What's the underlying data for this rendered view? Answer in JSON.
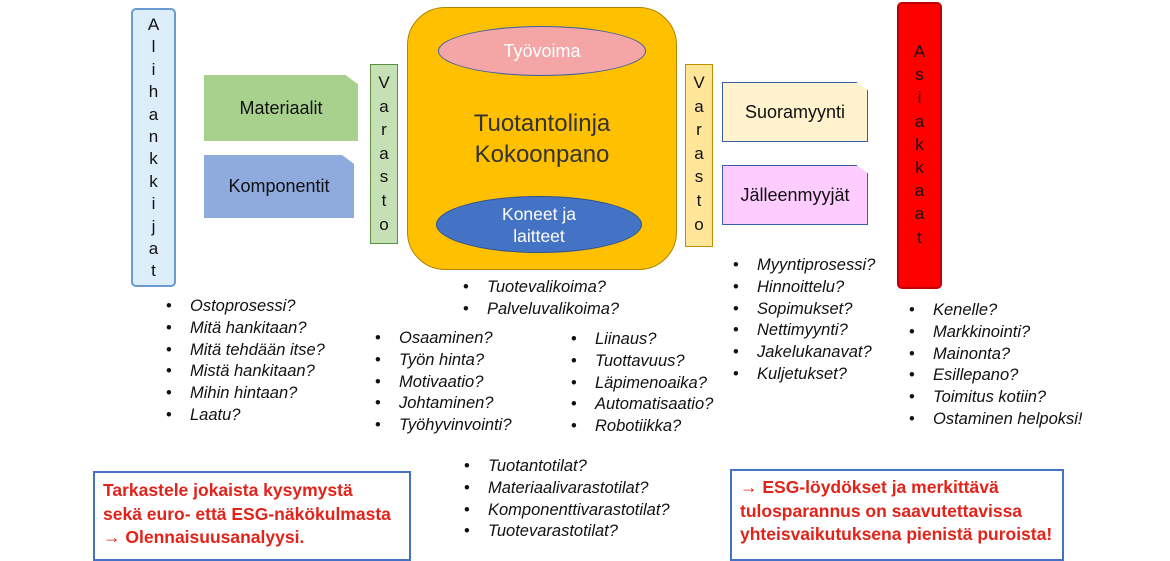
{
  "left_vertical": {
    "letters": [
      "A",
      "l",
      "i",
      "h",
      "a",
      "n",
      "k",
      "k",
      "i",
      "j",
      "a",
      "t"
    ]
  },
  "materiaalit": "Materiaalit",
  "komponentit": "Komponentit",
  "varasto_left": {
    "letters": [
      "V",
      "a",
      "r",
      "a",
      "s",
      "t",
      "o"
    ]
  },
  "center": {
    "tyovoima": "Työvoima",
    "title_line1": "Tuotantolinja",
    "title_line2": "Kokoonpano",
    "koneet_line1": "Koneet ja",
    "koneet_line2": "laitteet"
  },
  "varasto_right": {
    "letters": [
      "V",
      "a",
      "r",
      "a",
      "s",
      "t",
      "o"
    ]
  },
  "suoramyynti": "Suoramyynti",
  "jalleenmyyjat": "Jälleenmyyjät",
  "right_vertical": {
    "letters": [
      "A",
      "s",
      "i",
      "a",
      "k",
      "k",
      "a",
      "a",
      "t"
    ]
  },
  "lists": {
    "supplier": [
      "Ostoprosessi?",
      "Mitä hankitaan?",
      "Mitä tehdään itse?",
      "Mistä hankitaan?",
      "Mihin hintaan?",
      "Laatu?"
    ],
    "product": [
      "Tuotevalikoima?",
      "Palveluvalikoima?"
    ],
    "workforce": [
      "Osaaminen?",
      "Työn hinta?",
      "Motivaatio?",
      "Johtaminen?",
      "Työhyvinvointi?"
    ],
    "machines": [
      "Liinaus?",
      "Tuottavuus?",
      "Läpimenoaika?",
      "Automatisaatio?",
      "Robotiikka?"
    ],
    "sales": [
      "Myyntiprosessi?",
      "Hinnoittelu?",
      "Sopimukset?",
      "Nettimyynti?",
      "Jakelukanavat?",
      "Kuljetukset?"
    ],
    "customers": [
      "Kenelle?",
      "Markkinointi?",
      "Mainonta?",
      "Esillepano?",
      "Toimitus kotiin?",
      "Ostaminen helpoksi!"
    ],
    "facilities": [
      "Tuotantotilat?",
      "Materiaalivarastotilat?",
      "Komponenttivarastotilat?",
      "Tuotevarastotilat?"
    ]
  },
  "left_box": {
    "line1": "Tarkastele jokaista kysymystä",
    "line2": "sekä euro- että ESG-näkökulmasta",
    "line3": "→ Olennaisuusanalyysi."
  },
  "right_box": {
    "line1": "→  ESG-löydökset ja merkittävä",
    "line2": "tulosparannus on saavutettavissa",
    "line3": "yhteisvaikutuksena pienistä puroista!"
  }
}
